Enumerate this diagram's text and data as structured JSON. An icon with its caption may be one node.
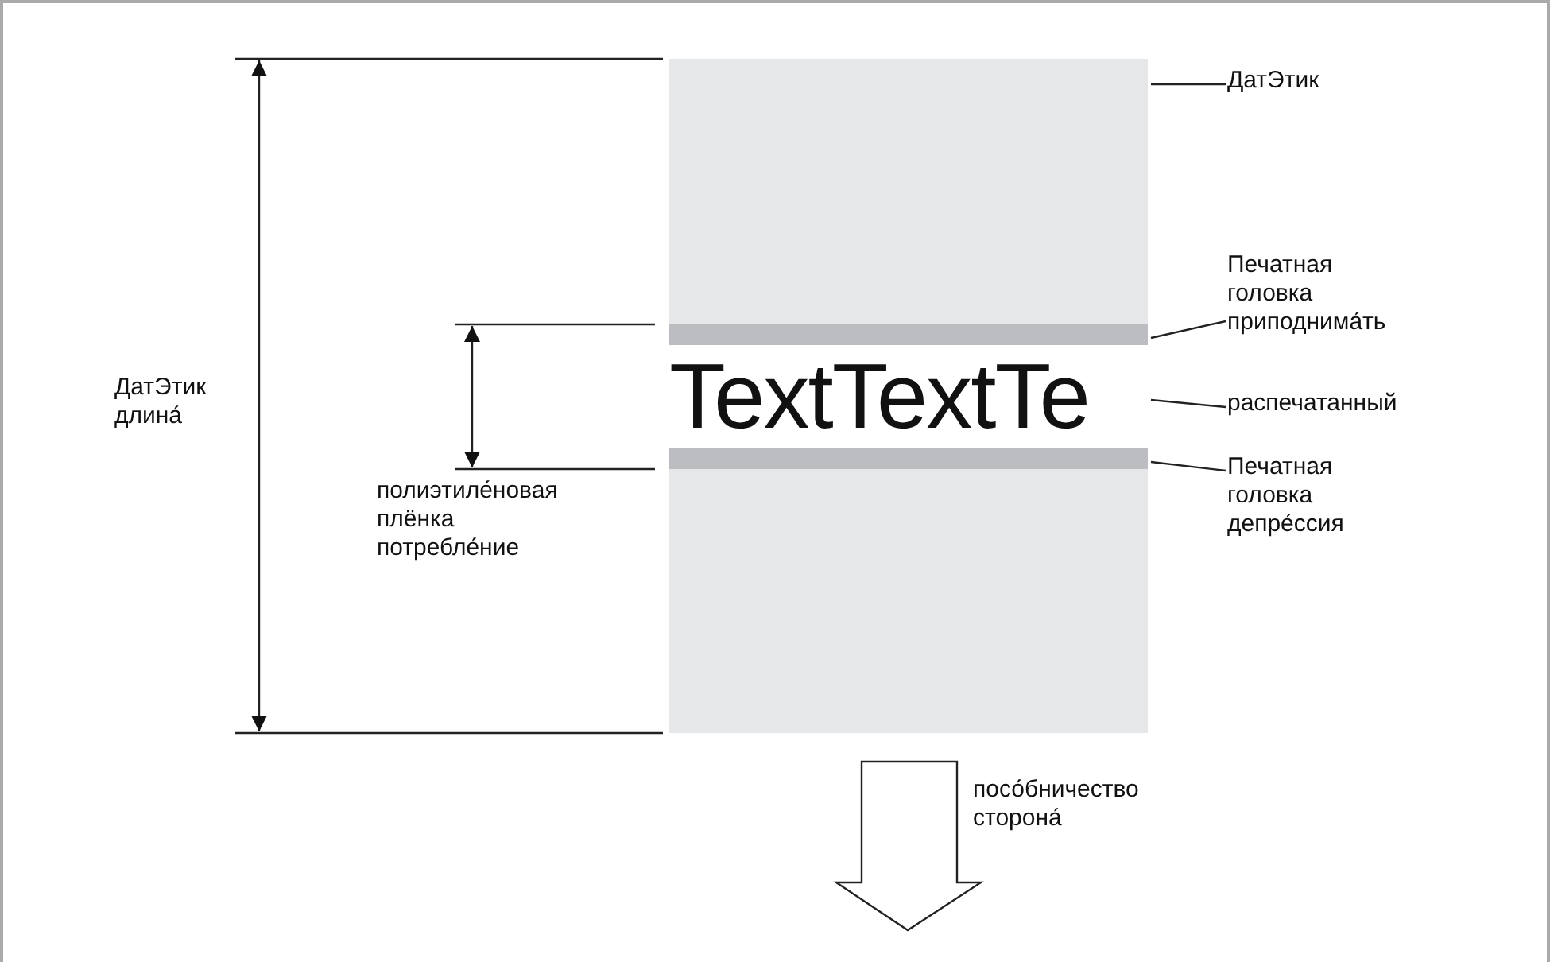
{
  "diagram": {
    "nodes": [
      {
        "text": [],
        "shape": "box"
      },
      {
        "text": [],
        "shape": "bar",
        "in": 0
      },
      {
        "text": [
          "TextTextTe"
        ],
        "in": 0
      },
      {
        "text": [],
        "shape": "bar",
        "in": 0
      },
      {
        "text": [
          "ДатЭтик"
        ]
      },
      {
        "text": [
          "Печатная головка приподнима́ть"
        ]
      },
      {
        "text": [
          "распечатанный"
        ]
      },
      {
        "text": [
          "Печатная головка депре́ссия"
        ]
      }
    ],
    "edges": [
      {
        "from": 4,
        "to": 0,
        "arrow": "none"
      },
      {
        "from": 5,
        "to": 1,
        "arrow": "none"
      },
      {
        "from": 6,
        "to": 2,
        "arrow": "none"
      },
      {
        "from": 7,
        "to": 3,
        "arrow": "none"
      }
    ],
    "labels": [
      "ДатЭтик длина́",
      "полиэтиле́новая плёнка потребле́ние",
      "посо́бничество сторона́"
    ]
  }
}
